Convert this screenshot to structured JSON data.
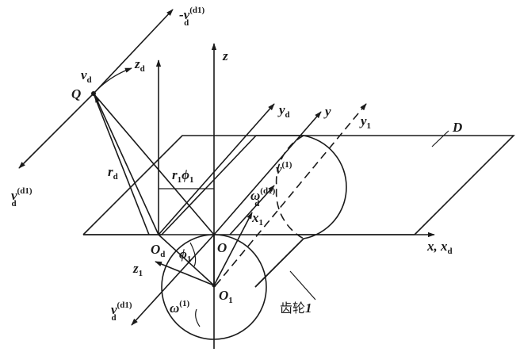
{
  "labels": {
    "neg_v": "-v",
    "neg_v_sup": "(d1)",
    "neg_v_sub": "d",
    "v_top": "v",
    "v_top_sub": "d",
    "z_d": "z",
    "z_d_sub": "d",
    "z": "z",
    "Q": "Q",
    "y_d": "y",
    "y_d_sub": "d",
    "y": "y",
    "y_1": "y",
    "y_1_sub": "1",
    "D": "D",
    "r_d": "r",
    "r_d_sub": "d",
    "r1phi1_r": "r",
    "r1phi1_r_sub": "1",
    "r1phi1_phi": "ϕ",
    "r1phi1_phi_sub": "1",
    "v_left": "v",
    "v_left_sup": "(d1)",
    "v_left_sub": "d",
    "v1": "v",
    "v1_sup": "(1)",
    "omega_d": "ω",
    "omega_d_sup": "(d1)",
    "omega_d_sub": "d",
    "x_1": "x",
    "x_1_sub": "1",
    "O_d": "O",
    "O_d_sub": "d",
    "phi_1": "ϕ",
    "phi_1_sub": "1",
    "O": "O",
    "x_xd": "x, x",
    "x_xd_sub": "d",
    "z_1": "z",
    "z_1_sub": "1",
    "O_1": "O",
    "O_1_sub": "1",
    "v_bottom": "v",
    "v_bottom_sup": "(d1)",
    "v_bottom_sub": "d",
    "omega_1": "ω",
    "omega_1_sup": "(1)",
    "gear_label": "齿轮",
    "gear_number": "1"
  }
}
